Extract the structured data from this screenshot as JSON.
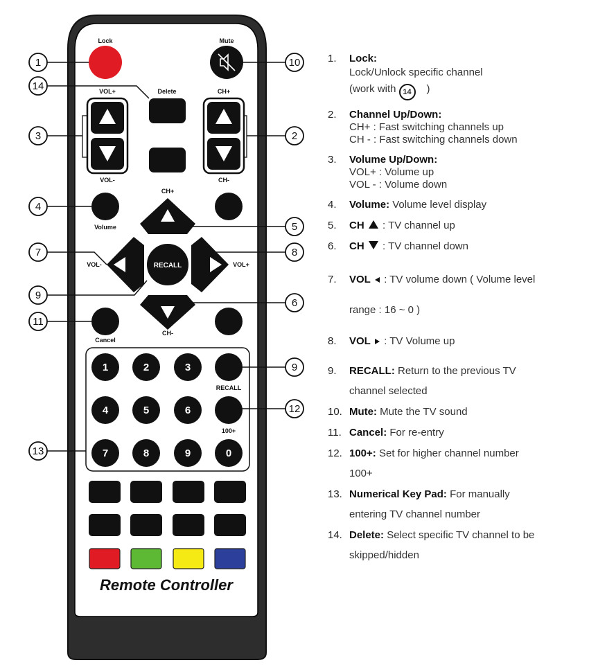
{
  "remote": {
    "labels": {
      "lock": "Lock",
      "mute": "Mute",
      "delete": "Delete",
      "vol_plus": "VOL+",
      "vol_minus": "VOL-",
      "ch_plus": "CH+",
      "ch_minus": "CH-",
      "volume": "Volume",
      "cancel": "Cancel",
      "recall_center": "RECALL",
      "recall_side": "RECALL",
      "hundred_plus": "100+",
      "nav_ch_plus": "CH+",
      "nav_ch_minus": "CH-",
      "nav_vol_minus": "VOL-",
      "nav_vol_plus": "VOL+"
    },
    "digits": [
      "1",
      "2",
      "3",
      "4",
      "5",
      "6",
      "7",
      "8",
      "9",
      "0"
    ],
    "brand": "Remote Controller",
    "color_keys": [
      "#e01b24",
      "#5db833",
      "#f5ea14",
      "#2c3f9a"
    ],
    "lock_color": "#e01b24"
  },
  "callouts": [
    "1",
    "14",
    "3",
    "4",
    "7",
    "9",
    "11",
    "13",
    "10",
    "2",
    "5",
    "8",
    "6",
    "9",
    "12"
  ],
  "legend": [
    {
      "num": "1.",
      "title": "Lock:",
      "lines": [
        "Lock/Unlock specific channel"
      ],
      "note_pre": "(work with",
      "note_icon": "14",
      "note_post": ")"
    },
    {
      "num": "2.",
      "title": "Channel Up/Down:",
      "lines": [
        "CH+ : Fast switching channels up",
        "CH - : Fast switching channels down"
      ]
    },
    {
      "num": "3.",
      "title": "Volume Up/Down:",
      "lines": [
        "VOL+ : Volume up",
        "VOL - : Volume down"
      ]
    },
    {
      "num": "4.",
      "title": "Volume:",
      "desc": "Volume level display"
    },
    {
      "num": "5.",
      "title": "CH",
      "desc": ": TV channel up"
    },
    {
      "num": "6.",
      "title": "CH",
      "desc": ": TV channel down"
    },
    {
      "num": "7.",
      "title": "VOL",
      "desc": ": TV volume down ( Volume level",
      "cont": "range : 16 ~ 0 )"
    },
    {
      "num": "8.",
      "title": "VOL",
      "desc": ": TV Volume up"
    },
    {
      "num": "9.",
      "title": "RECALL:",
      "desc": "Return to the previous TV",
      "cont": "channel selected"
    },
    {
      "num": "10.",
      "title": "Mute:",
      "desc": "Mute the TV sound"
    },
    {
      "num": "11.",
      "title": "Cancel:",
      "desc": "For re-entry"
    },
    {
      "num": "12.",
      "title": "100+:",
      "desc": "Set for higher channel number",
      "cont": "100+"
    },
    {
      "num": "13.",
      "title": "Numerical Key Pad:",
      "desc": "For manually",
      "cont": "entering TV channel number"
    },
    {
      "num": "14.",
      "title": "Delete:",
      "desc": "Select specific TV channel to be",
      "cont": "skipped/hidden"
    }
  ]
}
